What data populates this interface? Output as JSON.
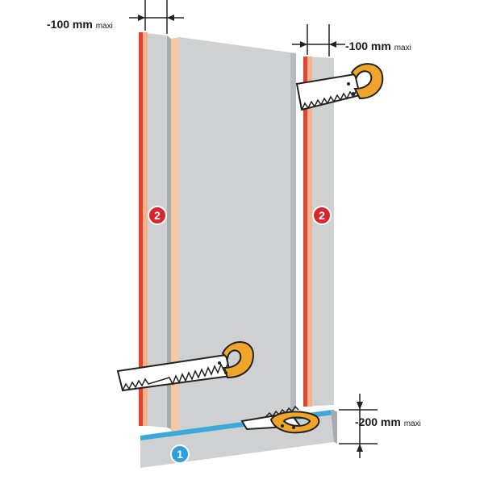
{
  "dimensions": {
    "top_left": {
      "value": "-100 mm",
      "suffix": "maxi"
    },
    "top_right": {
      "value": "-100 mm",
      "suffix": "maxi"
    },
    "bottom_right": {
      "value": "-200 mm",
      "suffix": "maxi"
    }
  },
  "badges": {
    "left_stud": "2",
    "right_stud": "2",
    "bottom_rail": "1"
  },
  "colors": {
    "board_face": "#cfd0d2",
    "board_edge": "#a9aaad",
    "stud_edge_red": "#e2442f",
    "stud_edge_peach": "#f3b38e",
    "rail_edge_blue": "#3aa9d8",
    "badge_red": "#d7262e",
    "badge_blue": "#2e9fd9",
    "saw_handle": "#f0a52a",
    "saw_blade": "#ffffff",
    "saw_outline": "#222222"
  },
  "icons": [
    "saw-icon",
    "dimension-arrow-icon"
  ]
}
